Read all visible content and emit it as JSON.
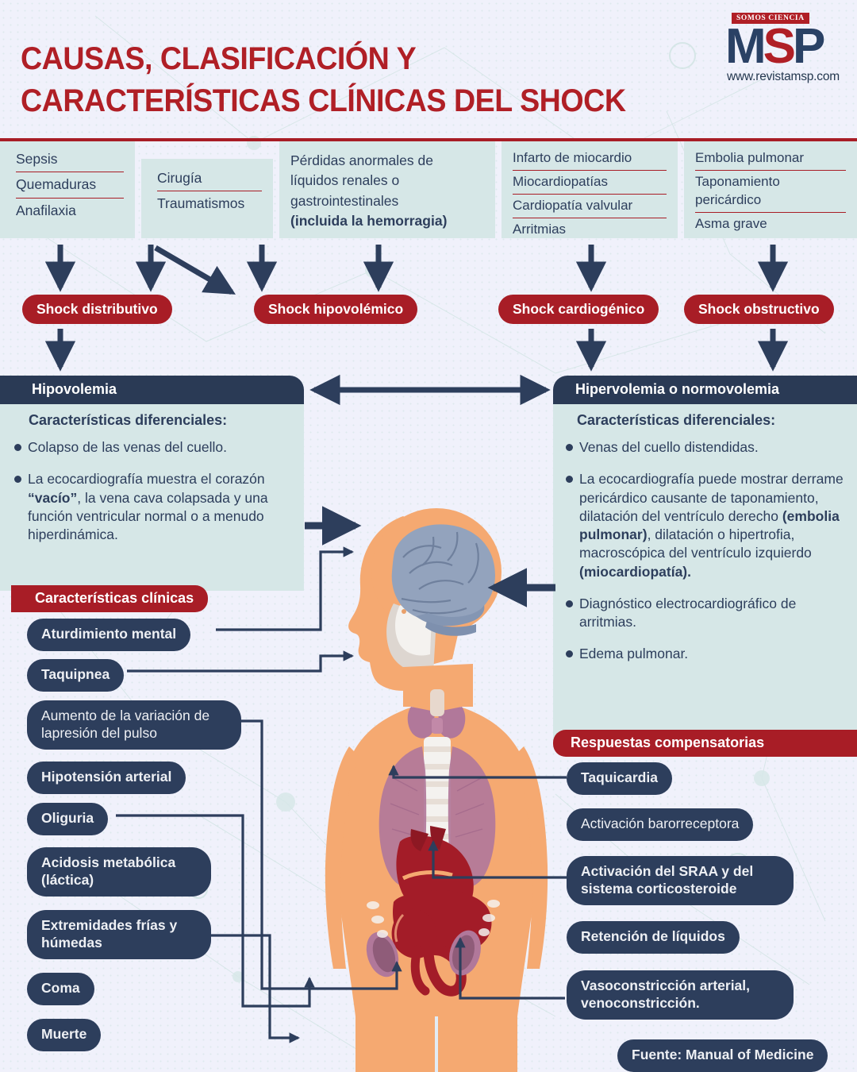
{
  "header": {
    "title_line1": "CAUSAS, CLASIFICACIÓN Y",
    "title_line2": "CARACTERÍSTICAS CLÍNICAS DEL SHOCK",
    "logo": {
      "tagline": "SOMOS CIENCIA",
      "mark_m": "M",
      "mark_s": "S",
      "mark_p": "P",
      "url": "www.revistamsp.com"
    },
    "accent_red": "#a81d26",
    "navy": "#2d3e5c",
    "panel_teal": "#d6e7e7",
    "background": "#f0f1fb"
  },
  "causes": [
    {
      "id": "causes-distributive-a",
      "items": [
        "Sepsis",
        "Quemaduras",
        "Anafilaxia"
      ],
      "bold_last": false
    },
    {
      "id": "causes-distributive-b",
      "items": [
        "Cirugía",
        "Traumatismos"
      ],
      "bold_last": false
    },
    {
      "id": "causes-hypovolemic",
      "items": [
        "Pérdidas anormales de líquidos renales o gastrointestinales",
        "(incluida la hemorragia)"
      ],
      "bold_last": true
    },
    {
      "id": "causes-cardiogenic",
      "items": [
        "Infarto de miocardio",
        "Miocardiopatías",
        "Cardiopatía valvular",
        "Arritmias"
      ],
      "bold_last": false
    },
    {
      "id": "causes-obstructive",
      "items": [
        "Embolia pulmonar",
        "Taponamiento pericárdico",
        "Asma grave"
      ],
      "bold_last": false
    }
  ],
  "shock_types": [
    {
      "id": "shock-distributivo",
      "label": "Shock distributivo"
    },
    {
      "id": "shock-hipovolemico",
      "label": "Shock hipovolémico"
    },
    {
      "id": "shock-cardiogenico",
      "label": "Shock cardiogénico"
    },
    {
      "id": "shock-obstructivo",
      "label": "Shock obstructivo"
    }
  ],
  "panel_left": {
    "title": "Hipovolemia",
    "subtitle": "Características diferenciales:",
    "bullets": [
      {
        "pre": "Colapso de las venas del cuello.",
        "bold": "",
        "post": ""
      },
      {
        "pre": "La ecocardiografía muestra el corazón ",
        "bold": "“vacío”",
        "post": ", la vena cava colapsada y una función ventricular normal o a menudo hiperdinámica."
      }
    ]
  },
  "panel_right": {
    "title": "Hipervolemia o normovolemia",
    "subtitle": "Características diferenciales:",
    "bullets": [
      {
        "pre": "Venas del cuello distendidas.",
        "bold": "",
        "post": ""
      },
      {
        "pre": "La ecocardiografía puede mostrar derrame pericárdico causante de taponamiento, dilatación del ventrículo derecho ",
        "bold": "(embolia pulmonar)",
        "post": ", dilatación o hipertrofia, macroscópica del ventrículo izquierdo ",
        "bold2": "(miocardiopatía)."
      },
      {
        "pre": "Diagnóstico electrocardiográfico de arritmias.",
        "bold": "",
        "post": ""
      },
      {
        "pre": "Edema pulmonar.",
        "bold": "",
        "post": ""
      }
    ]
  },
  "clinical_section": {
    "banner": "Características clínicas",
    "items": [
      {
        "id": "aturdimiento-mental",
        "label": "Aturdimiento mental"
      },
      {
        "id": "taquipnea",
        "label": "Taquipnea"
      },
      {
        "id": "variacion-presion-pulso",
        "label": "Aumento de la variación de lapresión del pulso"
      },
      {
        "id": "hipotension-arterial",
        "label": "Hipotensión arterial"
      },
      {
        "id": "oliguria",
        "label": "Oliguria"
      },
      {
        "id": "acidosis-metabolica",
        "label": "Acidosis metabólica (láctica)"
      },
      {
        "id": "extremidades-frias",
        "label": "Extremidades frías y húmedas"
      },
      {
        "id": "coma",
        "label": "Coma"
      },
      {
        "id": "muerte",
        "label": "Muerte"
      }
    ]
  },
  "compensatory_section": {
    "banner": "Respuestas compensatorias",
    "items": [
      {
        "id": "taquicardia",
        "label": "Taquicardia"
      },
      {
        "id": "activacion-barorreceptora",
        "label": "Activación barorreceptora"
      },
      {
        "id": "activacion-sraa",
        "label": "Activación del SRAA y del sistema corticosteroide"
      },
      {
        "id": "retencion-liquidos",
        "label": "Retención de líquidos"
      },
      {
        "id": "vasoconstriccion",
        "label": "Vasoconstricción arterial, venoconstricción."
      }
    ]
  },
  "source": {
    "label": "Fuente: Manual of Medicine"
  },
  "anatomy": {
    "organs": [
      "brain-icon",
      "skull-icon",
      "thyroid-icon",
      "lungs-icon",
      "heart-icon",
      "liver-icon",
      "stomach-icon",
      "kidney-icon",
      "spine-icon"
    ],
    "skin_color": "#f5a971",
    "brain_color": "#93a3bd",
    "lung_color": "#b1789a",
    "heart_color": "#a31c28",
    "bone_color": "#ddd6d0"
  }
}
